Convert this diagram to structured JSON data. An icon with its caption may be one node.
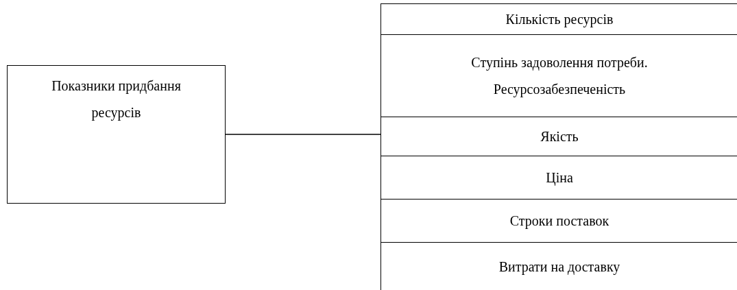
{
  "diagram": {
    "nodes": [
      {
        "text": [
          "Показники придбання ресурсів"
        ]
      },
      {
        "text": [],
        "shape": "box"
      },
      {
        "text": [
          "Кількість ресурсів"
        ],
        "in": 1
      },
      {
        "text": [
          "Ступінь задоволення потреби. Ресурсозабезпеченість"
        ],
        "in": 1
      },
      {
        "text": [
          "Якість"
        ],
        "in": 1
      },
      {
        "text": [
          "Ціна"
        ],
        "in": 1
      },
      {
        "text": [
          "Строки поставок"
        ],
        "in": 1
      },
      {
        "text": [
          "Витрати на доставку"
        ],
        "in": 1
      }
    ],
    "edges": [
      {
        "from": 0,
        "to": 1,
        "arrow": "none"
      }
    ]
  }
}
